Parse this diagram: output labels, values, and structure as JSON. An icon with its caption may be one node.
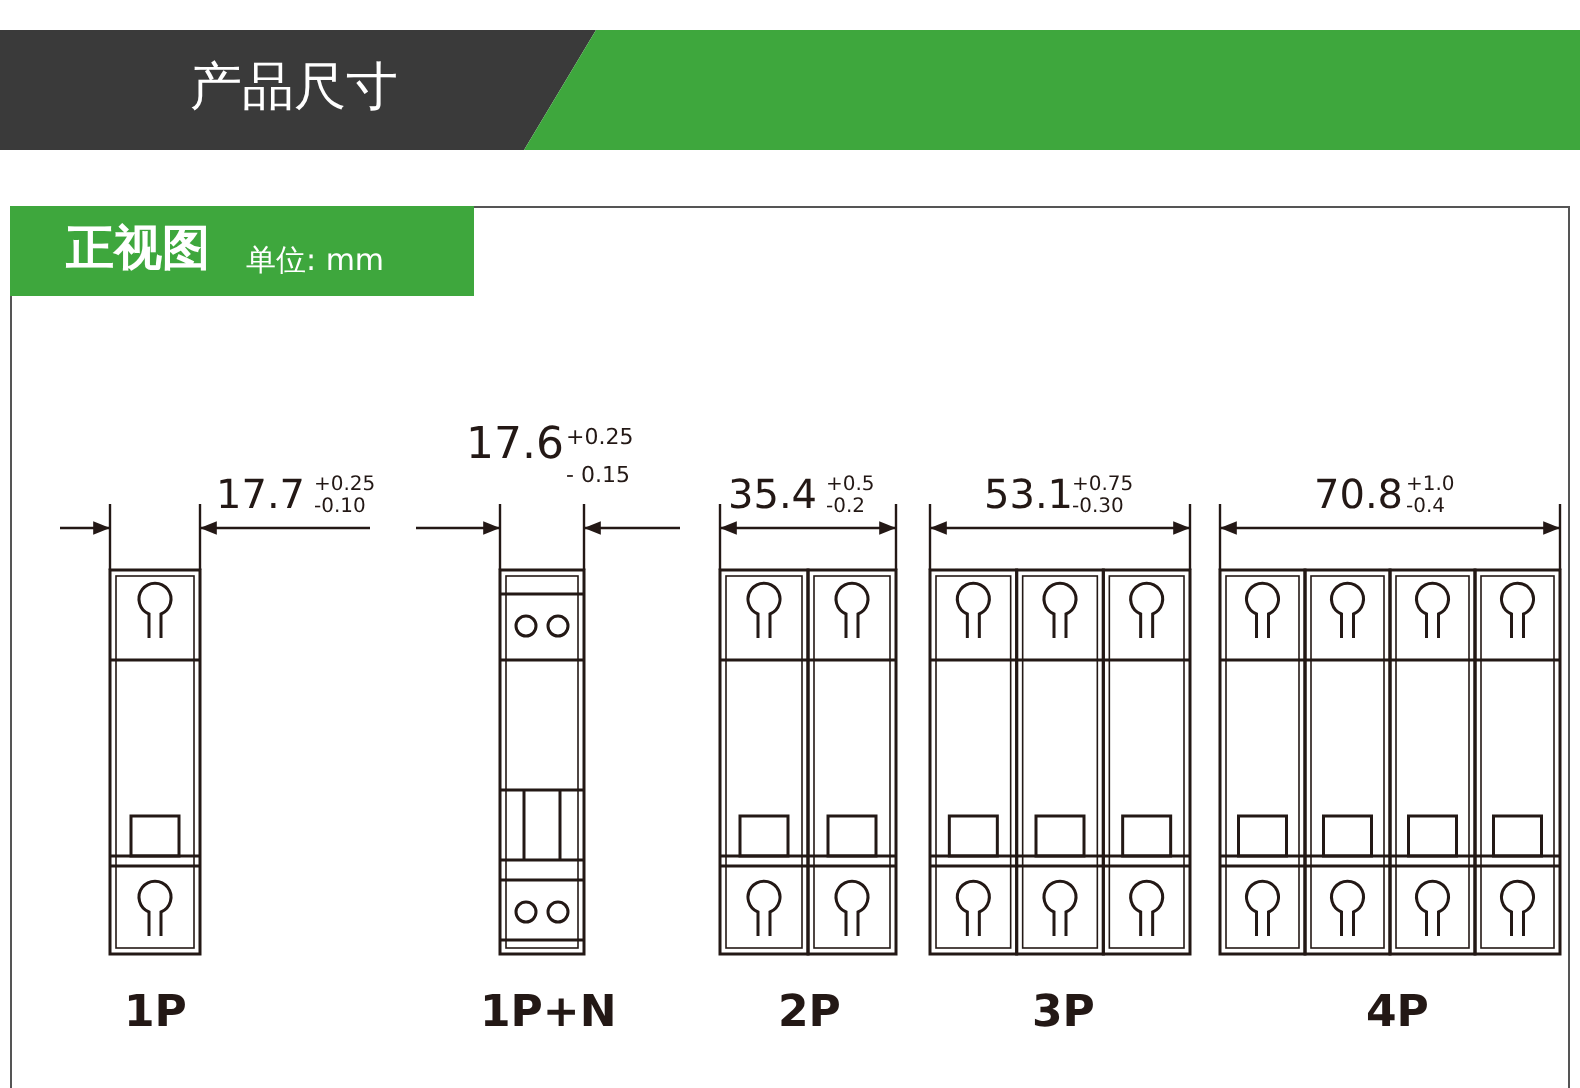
{
  "diagram": {
    "title": "产品尺寸",
    "labels": [
      "正视图",
      "单位: mm",
      "17.6",
      "+0.25",
      "- 0.15",
      "17.7",
      "+0.25",
      "-0.10",
      "35.4",
      "+0.5",
      "-0.2",
      "53.1",
      "+0.75",
      "-0.30",
      "70.8",
      "+1.0",
      "-0.4",
      "1P",
      "1P+N",
      "2P",
      "3P",
      "4P"
    ]
  }
}
